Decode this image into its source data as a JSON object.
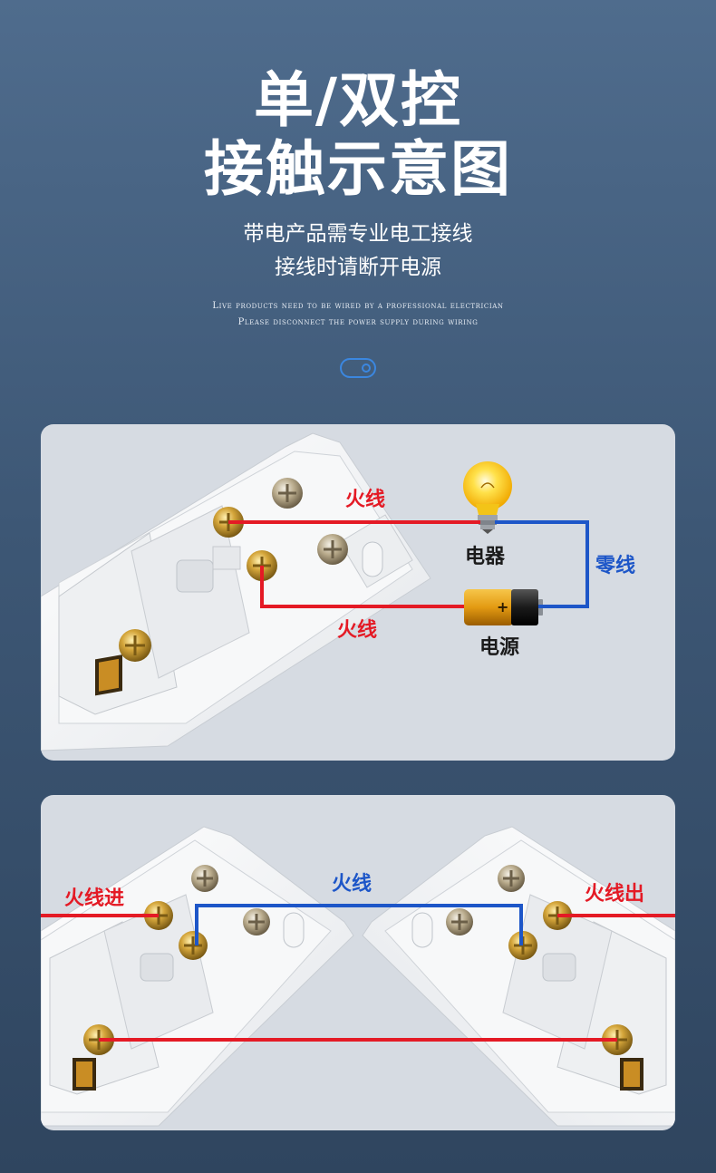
{
  "header": {
    "title_line1": "单/双控",
    "title_line2": "接触示意图",
    "subtitle_line1": "带电产品需专业电工接线",
    "subtitle_line2": "接线时请断开电源",
    "english_line1": "Live products need to be wired by a professional electrician",
    "english_line2": "Please disconnect the power supply during wiring"
  },
  "toggle_icon": "toggle-switch-icon",
  "diagram_single": {
    "label_live_top": "火线",
    "label_device": "电器",
    "label_neutral": "零线",
    "label_live_bottom": "火线",
    "label_power": "电源",
    "icons": [
      "light-bulb-icon",
      "battery-icon",
      "switch-module-icon"
    ]
  },
  "diagram_double": {
    "label_live_in": "火线进",
    "label_live_middle": "火线",
    "label_live_out": "火线出",
    "icons": [
      "switch-module-icon"
    ]
  },
  "colors": {
    "live_wire": "#e41a25",
    "neutral_wire": "#1d56c8",
    "panel_bg": "#d6dbe2",
    "accent": "#3b87e0"
  }
}
